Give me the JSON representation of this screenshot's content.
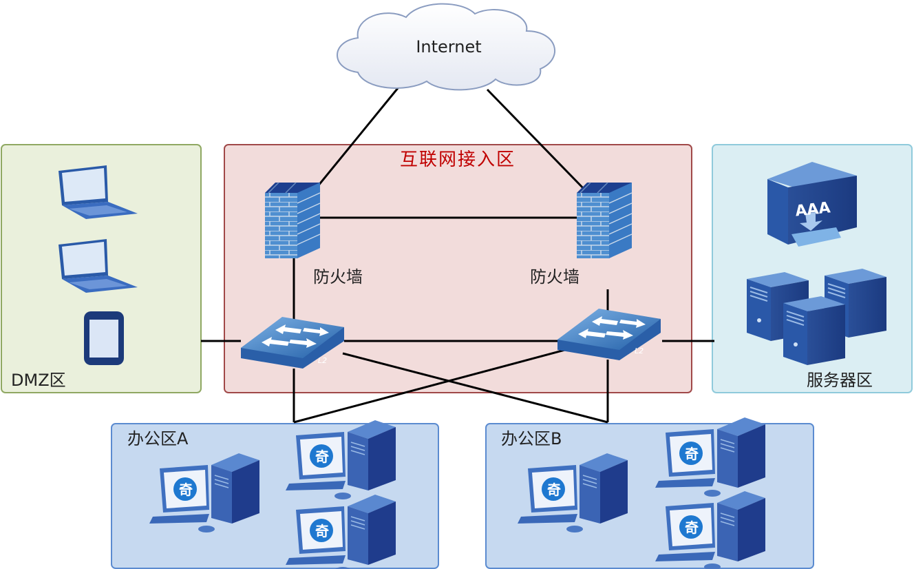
{
  "cloud": {
    "label": "Internet"
  },
  "zones": {
    "dmz": {
      "label": "DMZ区",
      "fill": "#eaf0dc",
      "stroke": "#8fa862"
    },
    "internet_access": {
      "label": "互联网接入区",
      "fill": "#f2dcdb",
      "stroke": "#a04848",
      "label_color": "#c00000"
    },
    "server": {
      "label": "服务器区",
      "fill": "#dbeef3",
      "stroke": "#8fcadb"
    },
    "office_a": {
      "label": "办公区A",
      "fill": "#c6d9f0",
      "stroke": "#5b8bd0"
    },
    "office_b": {
      "label": "办公区B",
      "fill": "#c6d9f0",
      "stroke": "#5b8bd0"
    }
  },
  "devices": {
    "firewall_left": {
      "label": "防火墙",
      "icon": "firewall-icon"
    },
    "firewall_right": {
      "label": "防火墙",
      "icon": "firewall-icon"
    },
    "switch_left": {
      "label": "L2",
      "icon": "switch-icon"
    },
    "switch_right": {
      "label": "L2",
      "icon": "switch-icon"
    },
    "aaa_server": {
      "label": "AAA",
      "icon": "aaa-server-icon"
    },
    "pc_badge": "奇"
  }
}
